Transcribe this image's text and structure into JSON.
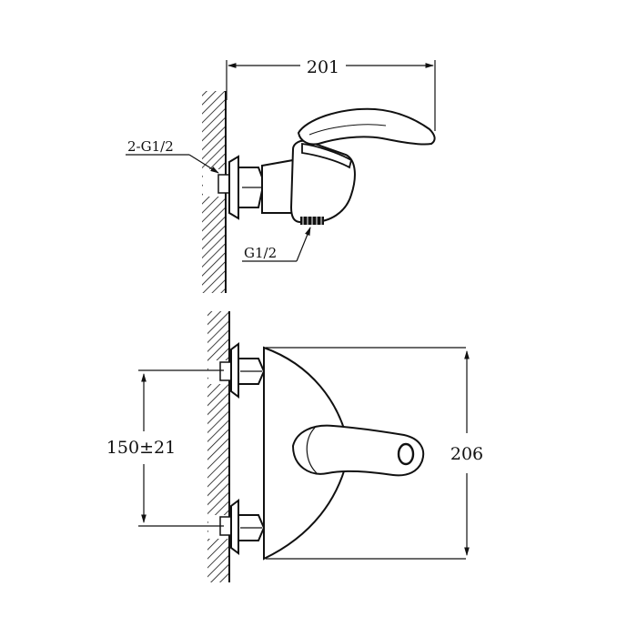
{
  "dimensions": {
    "spout_reach": "201",
    "height": "206",
    "center_distance": "150±21"
  },
  "callouts": {
    "wall_inlets": "2-G1/2",
    "outlet": "G1/2"
  },
  "colors": {
    "line": "#111111",
    "background": "#ffffff"
  }
}
